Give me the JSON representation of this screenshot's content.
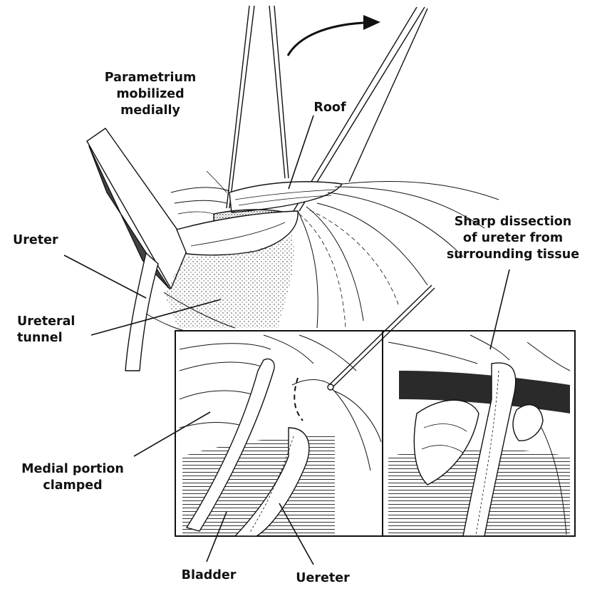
{
  "labels": {
    "parametrium": [
      "Parametrium",
      "mobilized",
      "medially"
    ],
    "roof": "Roof",
    "ureter_top": "Ureter",
    "ureteral_tunnel": [
      "Ureteral",
      "tunnel"
    ],
    "sharp_dissection": [
      "Sharp dissection",
      "of ureter from",
      "surrounding tissue"
    ],
    "medial_portion": [
      "Medial portion",
      "clamped"
    ],
    "bladder": "Bladder",
    "ureter_bottom": "Uereter"
  },
  "colors": {
    "ink": "#111111",
    "paper": "#ffffff",
    "shade": "#5a5a5a"
  }
}
